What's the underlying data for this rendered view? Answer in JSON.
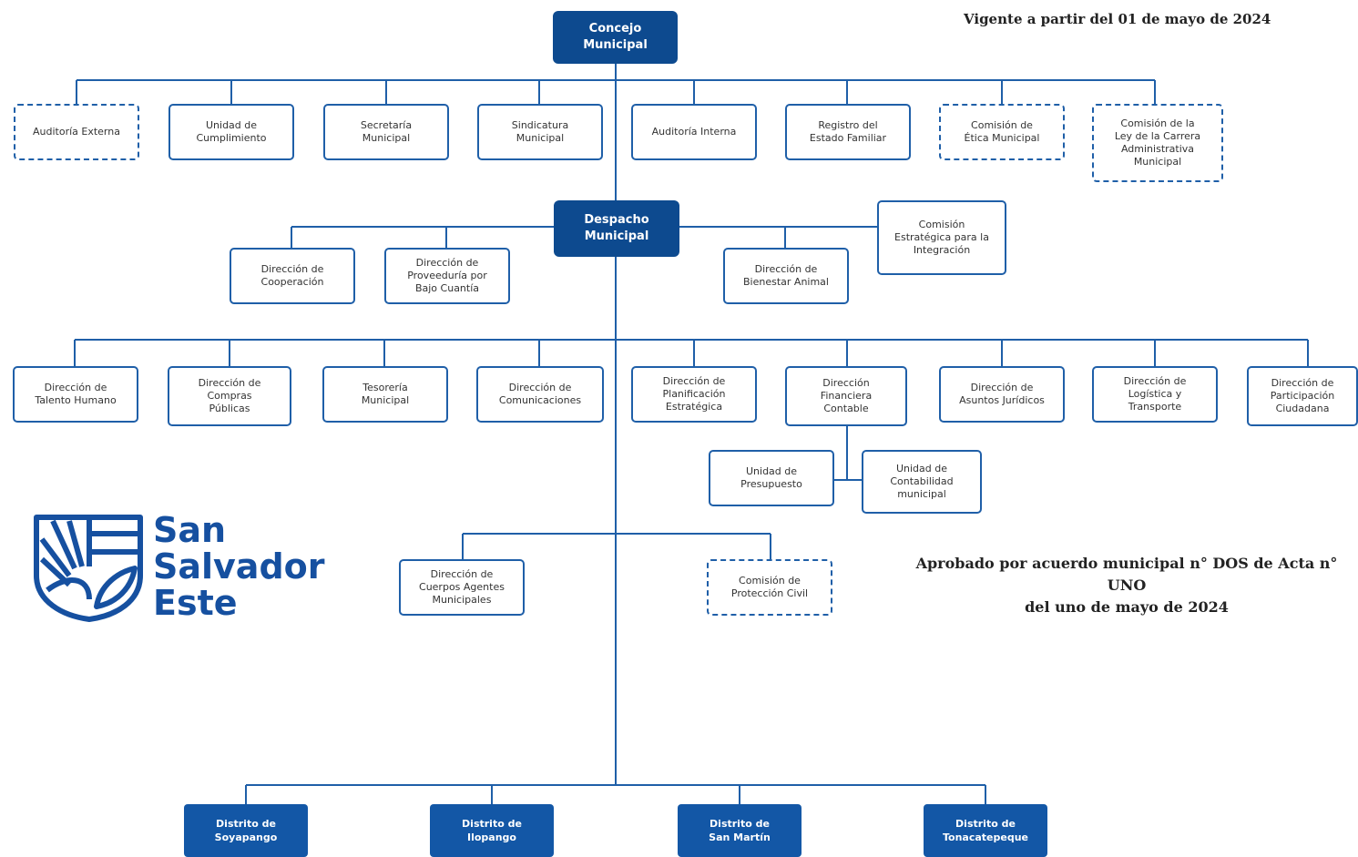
{
  "header": {
    "effective_note": "Vigente a partir del 01 de mayo de 2024",
    "approval_note_line1": "Aprobado por acuerdo municipal n° DOS de Acta n° UNO",
    "approval_note_line2": "del uno de mayo de 2024"
  },
  "logo": {
    "line1": "San",
    "line2": "Salvador",
    "line3": "Este",
    "icon": "municipal-shield-sunburst-icon"
  },
  "colors": {
    "primary": "#0d4a8f",
    "border": "#1f5fa8",
    "line": "#1f5fa8"
  },
  "chart_data": {
    "type": "org-chart",
    "root": "Concejo\nMunicipal",
    "council_units": [
      "Auditoría Externa",
      "Unidad de\nCumplimiento",
      "Secretaría\nMunicipal",
      "Sindicatura\nMunicipal",
      "Auditoría Interna",
      "Registro del\nEstado Familiar",
      "Comisión de\nÉtica Municipal",
      "Comisión de la\nLey de la Carrera\nAdministrativa\nMunicipal"
    ],
    "office": "Despacho\nMunicipal",
    "office_units": [
      "Dirección de\nCooperación",
      "Dirección de\nProveeduría por\nBajo Cuantía",
      "Dirección de\nBienestar Animal",
      "Comisión\nEstratégica para la\nIntegración"
    ],
    "directorates": [
      "Dirección de\nTalento Humano",
      "Dirección de\nCompras\nPúblicas",
      "Tesorería\nMunicipal",
      "Dirección de\nComunicaciones",
      "Dirección de\nPlanificación\nEstratégica",
      "Dirección\nFinanciera\nContable",
      "Dirección de\nAsuntos Jurídicos",
      "Dirección de\nLogística y\nTransporte",
      "Dirección de\nParticipación\nCiudadana"
    ],
    "finance_units": [
      "Unidad de\nPresupuesto",
      "Unidad de\nContabilidad\nmunicipal"
    ],
    "lower_units": [
      "Dirección de\nCuerpos Agentes\nMunicipales",
      "Comisión de\nProtección Civil"
    ],
    "districts": [
      "Distrito de\nSoyapango",
      "Distrito de\nIlopango",
      "Distrito de\nSan Martín",
      "Distrito de\nTonacatepeque"
    ]
  }
}
